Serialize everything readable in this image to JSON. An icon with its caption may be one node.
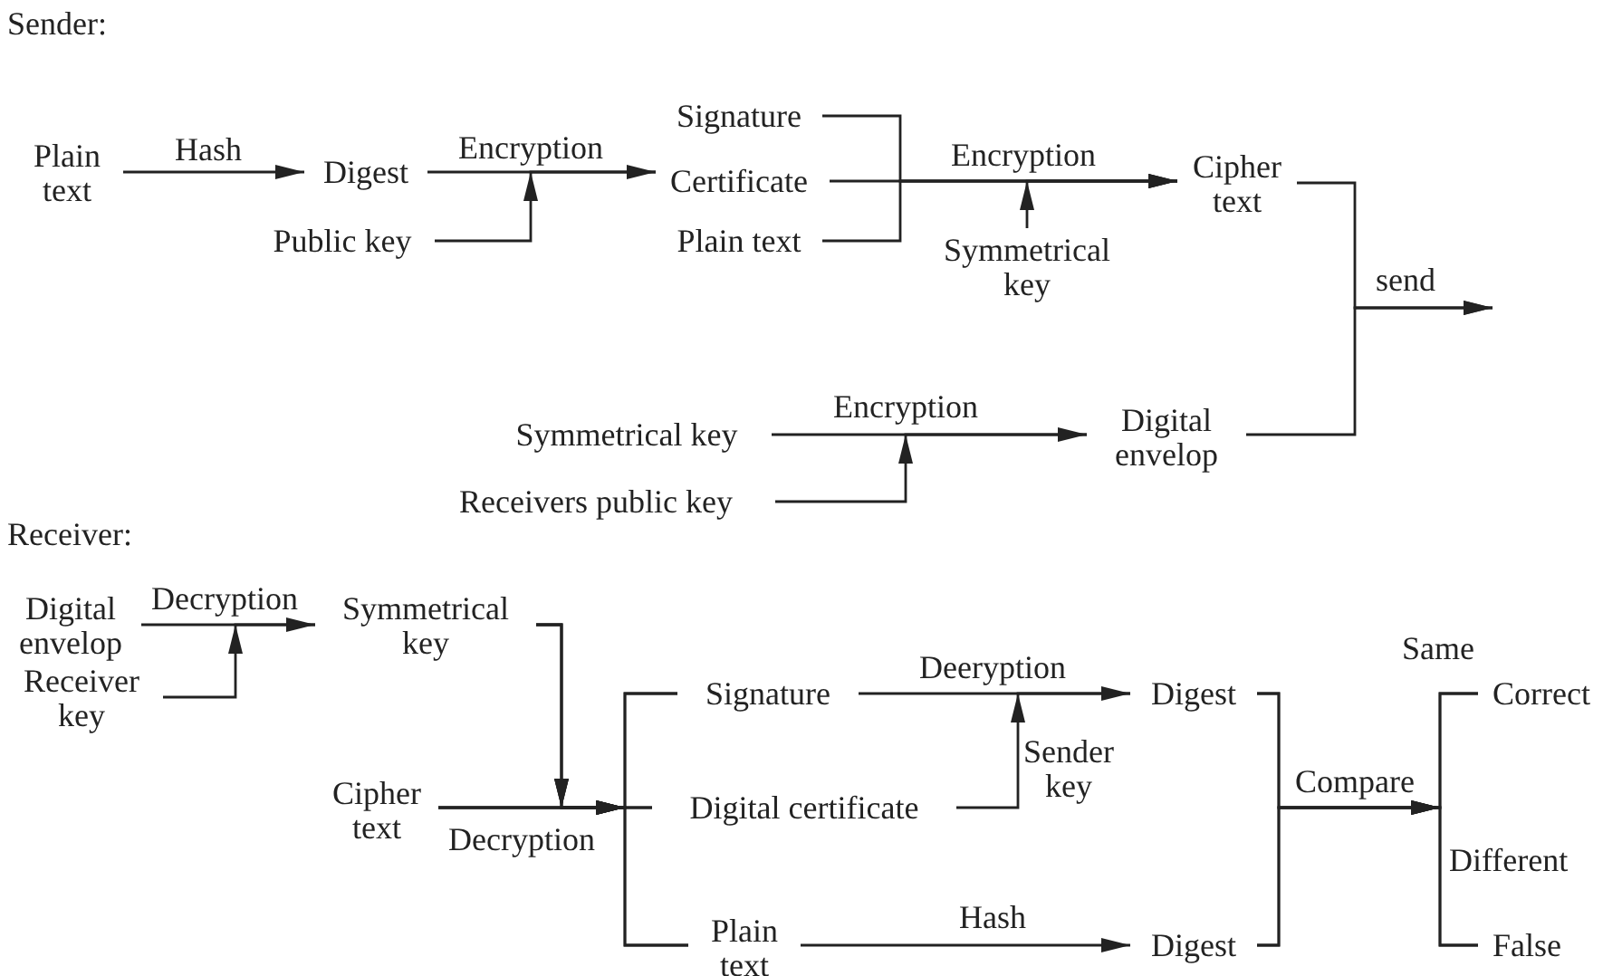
{
  "diagram": {
    "nodes": [
      {
        "text": [
          "Plain text"
        ]
      },
      {
        "text": [
          "Digest"
        ]
      },
      {
        "text": [
          "Public key"
        ]
      },
      {
        "text": [
          "Signature"
        ]
      },
      {
        "text": [
          "Certificate"
        ]
      },
      {
        "text": [
          "Plain text"
        ]
      },
      {
        "text": [
          "Symmetrical key"
        ]
      },
      {
        "text": [
          "Cipher text"
        ]
      },
      {
        "text": [
          "Symmetrical key"
        ]
      },
      {
        "text": [
          "Receivers public key"
        ]
      },
      {
        "text": [
          "Digital envelop"
        ]
      },
      {
        "text": [
          "Digital envelop"
        ]
      },
      {
        "text": [
          "Receiver key"
        ]
      },
      {
        "text": [
          "Symmetrical key"
        ]
      },
      {
        "text": [
          "Cipher text"
        ]
      },
      {
        "text": [
          "Signature"
        ]
      },
      {
        "text": [
          "Digital certificate"
        ]
      },
      {
        "text": [
          "Plain text"
        ]
      },
      {
        "text": [
          "Digest"
        ]
      },
      {
        "text": [
          "Digest"
        ]
      },
      {
        "text": [
          "Correct"
        ]
      },
      {
        "text": [
          "False"
        ]
      }
    ],
    "edges": [
      {
        "from": 0,
        "to": 1,
        "arrow": "to",
        "label": "Hash"
      },
      {
        "from": 1,
        "to": 3,
        "arrow": "to",
        "label": "Encryption"
      },
      {
        "from": 2,
        "to": 3,
        "arrow": "to"
      },
      {
        "from": 3,
        "to": 7,
        "arrow": "to"
      },
      {
        "from": 4,
        "to": 7,
        "arrow": "to",
        "label": "Encryption"
      },
      {
        "from": 5,
        "to": 7,
        "arrow": "to"
      },
      {
        "from": 6,
        "to": 7,
        "arrow": "to"
      },
      {
        "from": 7,
        "to": null,
        "arrow": "to",
        "label": "send"
      },
      {
        "from": 10,
        "to": null,
        "arrow": "to"
      },
      {
        "from": 8,
        "to": 10,
        "arrow": "to",
        "label": "Encryption"
      },
      {
        "from": 9,
        "to": 10,
        "arrow": "to"
      },
      {
        "from": 11,
        "to": 13,
        "arrow": "to",
        "label": "Decryption"
      },
      {
        "from": 12,
        "to": 13,
        "arrow": "to"
      },
      {
        "from": 13,
        "to": 15,
        "arrow": "to"
      },
      {
        "from": 13,
        "to": 16,
        "arrow": "to"
      },
      {
        "from": 13,
        "to": 17,
        "arrow": "to"
      },
      {
        "from": 14,
        "to": 15,
        "arrow": "to"
      },
      {
        "from": 14,
        "to": 16,
        "arrow": "to",
        "label": "Decryption"
      },
      {
        "from": 14,
        "to": 17,
        "arrow": "to"
      },
      {
        "from": 15,
        "to": 18,
        "arrow": "to",
        "label": "Deeryption"
      },
      {
        "from": 16,
        "to": 18,
        "arrow": "to",
        "label": "Sender key"
      },
      {
        "from": 17,
        "to": 19,
        "arrow": "to",
        "label": "Hash"
      },
      {
        "from": 18,
        "to": 20,
        "arrow": "to",
        "label": "Compare"
      },
      {
        "from": 18,
        "to": 21,
        "arrow": "to"
      },
      {
        "from": 19,
        "to": 20,
        "arrow": "to"
      },
      {
        "from": 19,
        "to": 21,
        "arrow": "to"
      }
    ],
    "labels": [
      "Sender:",
      "Receiver:",
      "Same",
      "Different"
    ]
  }
}
